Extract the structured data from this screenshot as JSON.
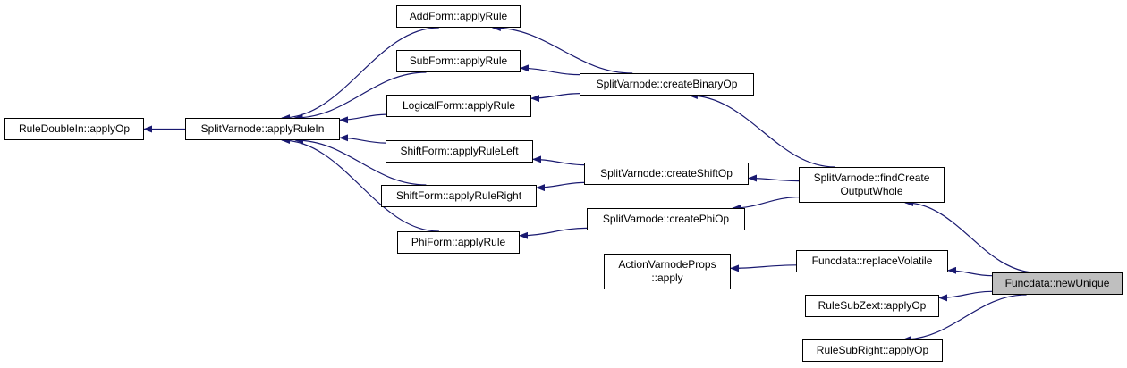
{
  "nodes": {
    "ruledoublein_applyop": {
      "label": "RuleDoubleIn::applyOp"
    },
    "splitvarnode_applyrulein": {
      "label": "SplitVarnode::applyRuleIn"
    },
    "addform_applyrule": {
      "label": "AddForm::applyRule"
    },
    "subform_applyrule": {
      "label": "SubForm::applyRule"
    },
    "logicalform_applyrule": {
      "label": "LogicalForm::applyRule"
    },
    "shiftform_applyruleleft": {
      "label": "ShiftForm::applyRuleLeft"
    },
    "shiftform_applyruleright": {
      "label": "ShiftForm::applyRuleRight"
    },
    "phiform_applyrule": {
      "label": "PhiForm::applyRule"
    },
    "splitvarnode_createbinaryop": {
      "label": "SplitVarnode::createBinaryOp"
    },
    "splitvarnode_createshiftop": {
      "label": "SplitVarnode::createShiftOp"
    },
    "splitvarnode_createphiop": {
      "label": "SplitVarnode::createPhiOp"
    },
    "splitvarnode_findcreateoutputwhole": {
      "line1": "SplitVarnode::findCreate",
      "line2": "OutputWhole"
    },
    "actionvarnodeprops_apply": {
      "line1": "ActionVarnodeProps",
      "line2": "::apply"
    },
    "funcdata_replacevolatile": {
      "label": "Funcdata::replaceVolatile"
    },
    "rulesubzext_applyop": {
      "label": "RuleSubZext::applyOp"
    },
    "rulesubright_applyop": {
      "label": "RuleSubRight::applyOp"
    },
    "funcdata_newunique": {
      "label": "Funcdata::newUnique"
    }
  },
  "edges": [
    {
      "from": "ruledoublein_applyop",
      "to": "splitvarnode_applyrulein"
    },
    {
      "from": "splitvarnode_applyrulein",
      "to": "addform_applyrule"
    },
    {
      "from": "splitvarnode_applyrulein",
      "to": "subform_applyrule"
    },
    {
      "from": "splitvarnode_applyrulein",
      "to": "logicalform_applyrule"
    },
    {
      "from": "splitvarnode_applyrulein",
      "to": "shiftform_applyruleleft"
    },
    {
      "from": "splitvarnode_applyrulein",
      "to": "shiftform_applyruleright"
    },
    {
      "from": "splitvarnode_applyrulein",
      "to": "phiform_applyrule"
    },
    {
      "from": "addform_applyrule",
      "to": "splitvarnode_createbinaryop"
    },
    {
      "from": "subform_applyrule",
      "to": "splitvarnode_createbinaryop"
    },
    {
      "from": "logicalform_applyrule",
      "to": "splitvarnode_createbinaryop"
    },
    {
      "from": "shiftform_applyruleleft",
      "to": "splitvarnode_createshiftop"
    },
    {
      "from": "shiftform_applyruleright",
      "to": "splitvarnode_createshiftop"
    },
    {
      "from": "phiform_applyrule",
      "to": "splitvarnode_createphiop"
    },
    {
      "from": "splitvarnode_createbinaryop",
      "to": "splitvarnode_findcreateoutputwhole"
    },
    {
      "from": "splitvarnode_createshiftop",
      "to": "splitvarnode_findcreateoutputwhole"
    },
    {
      "from": "splitvarnode_createphiop",
      "to": "splitvarnode_findcreateoutputwhole"
    },
    {
      "from": "splitvarnode_findcreateoutputwhole",
      "to": "funcdata_newunique"
    },
    {
      "from": "actionvarnodeprops_apply",
      "to": "funcdata_replacevolatile"
    },
    {
      "from": "funcdata_replacevolatile",
      "to": "funcdata_newunique"
    },
    {
      "from": "rulesubzext_applyop",
      "to": "funcdata_newunique"
    },
    {
      "from": "rulesubright_applyop",
      "to": "funcdata_newunique"
    }
  ],
  "colors": {
    "edge": "#191970",
    "border": "#000000",
    "highlight": "#bfbfbf"
  }
}
